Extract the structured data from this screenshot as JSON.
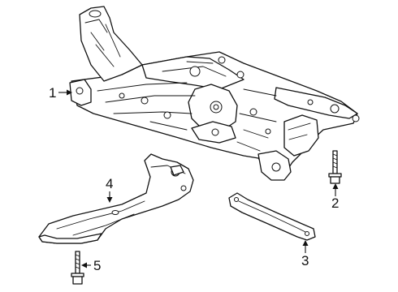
{
  "callouts": {
    "c1": "1",
    "c2": "2",
    "c3": "3",
    "c4": "4",
    "c5": "5"
  },
  "parts": {
    "p1": "front-subframe-crossmember",
    "p2": "mounting-bolt",
    "p3": "rear-tension-brace",
    "p4": "lower-stiffener-bracket",
    "p5": "bracket-bolt"
  },
  "colors": {
    "line": "#111111",
    "background": "#ffffff"
  }
}
